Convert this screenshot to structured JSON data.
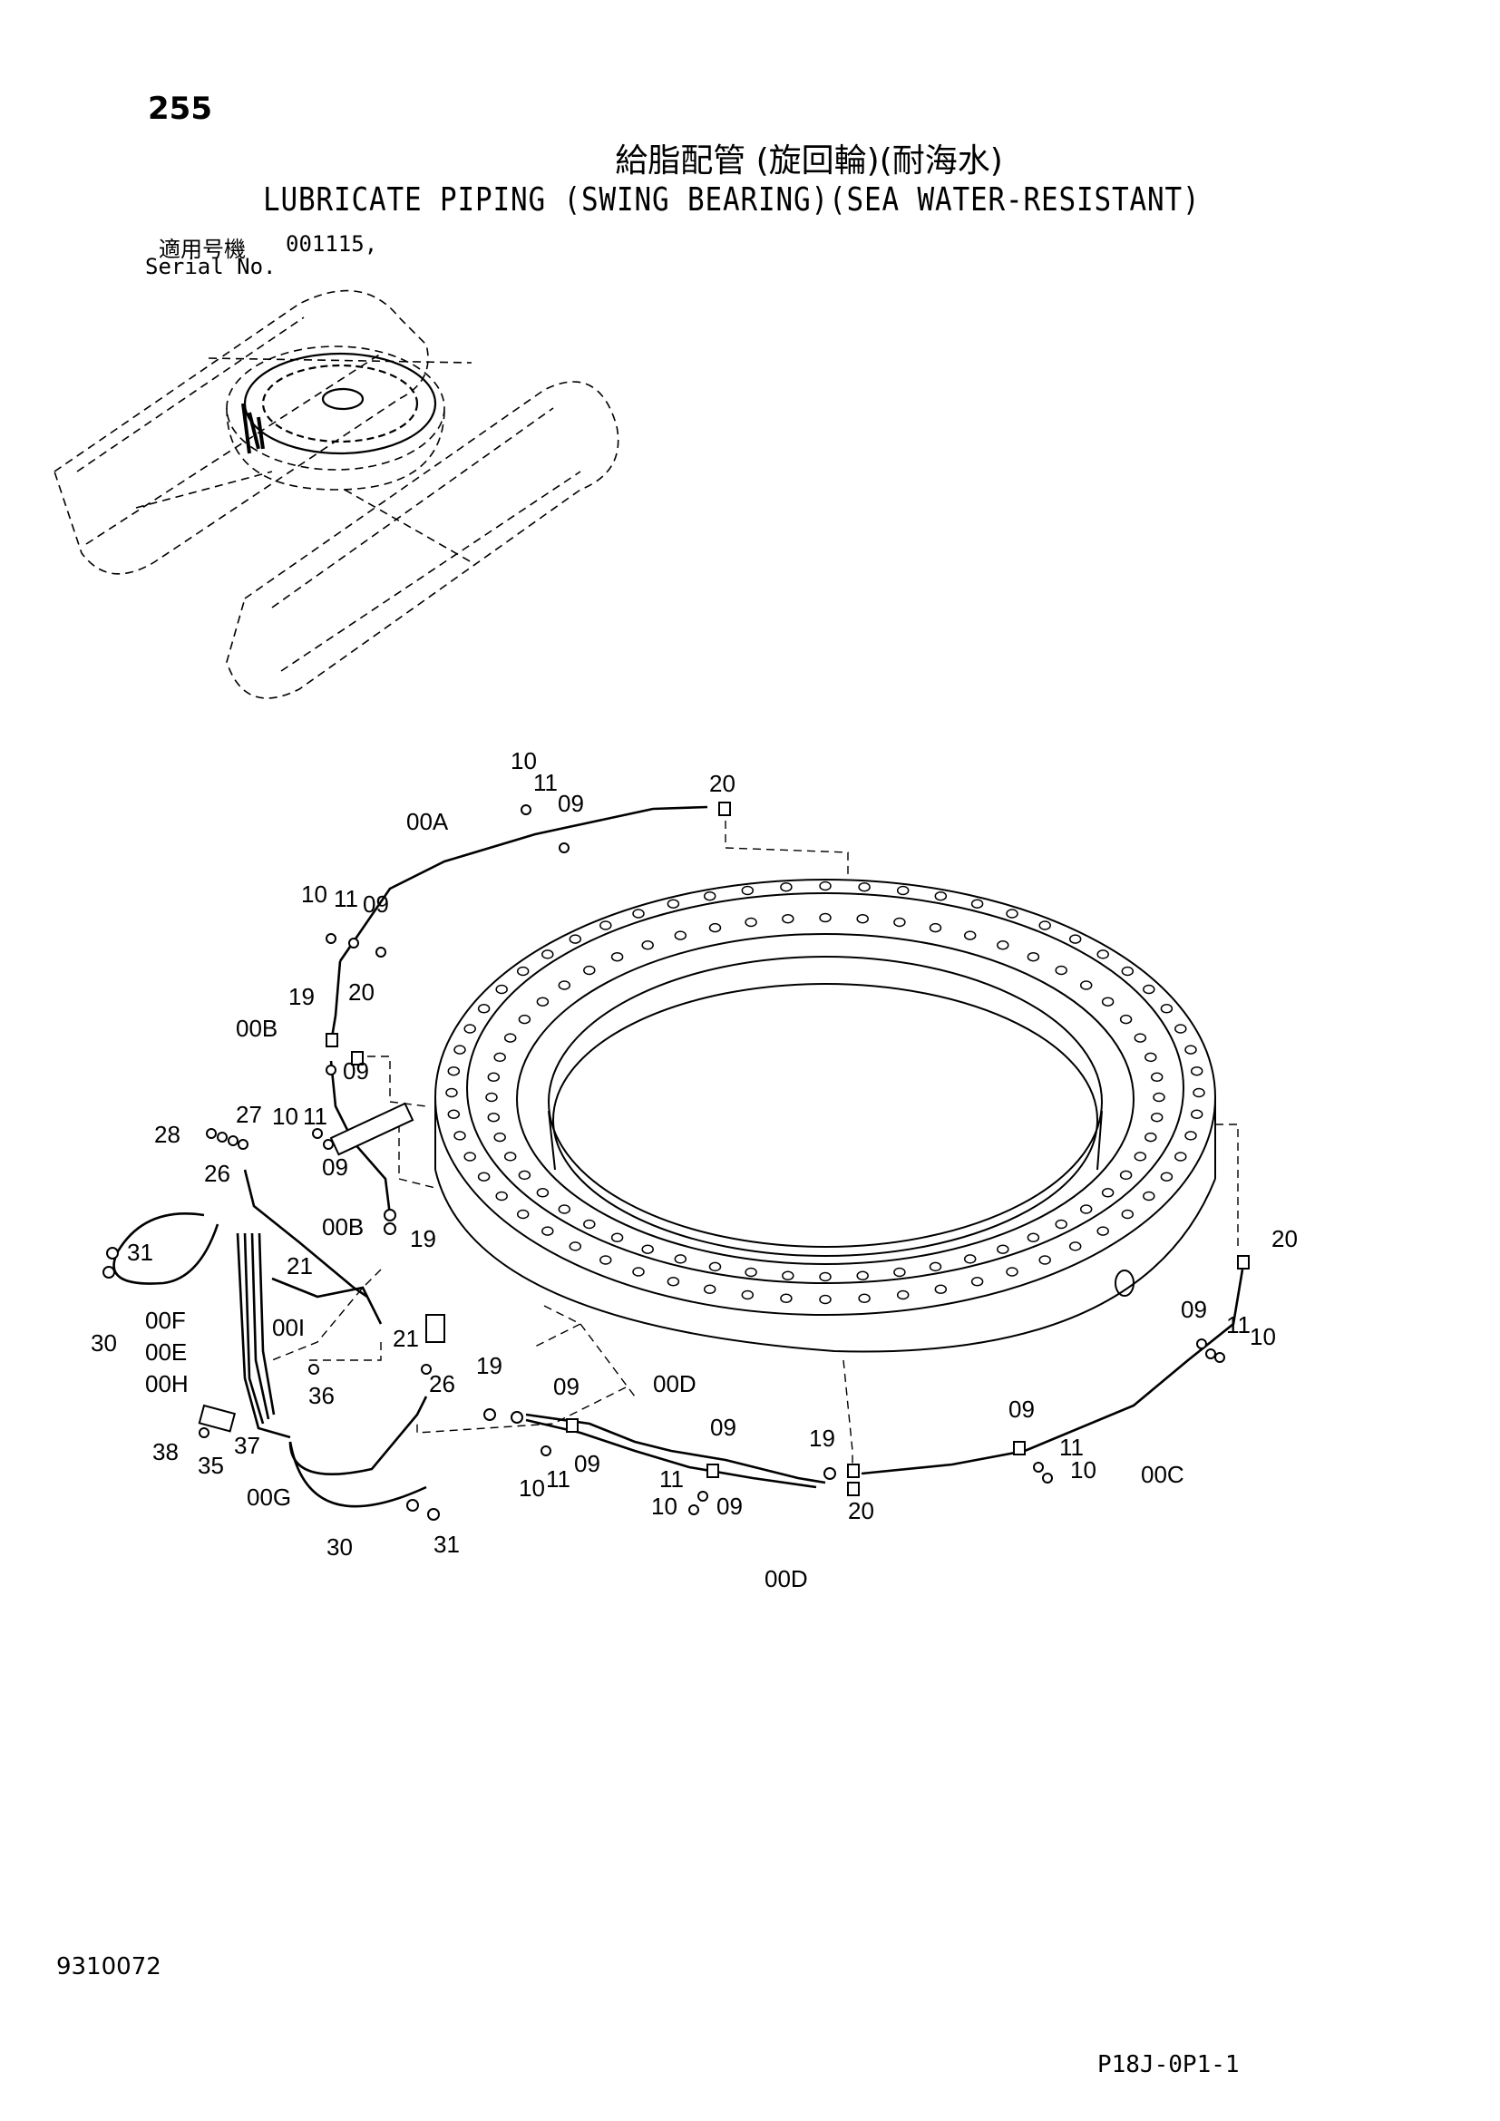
{
  "header": {
    "page_number": "255",
    "title_jp": "給脂配管 (旋回輪)(耐海水)",
    "title_en": "LUBRICATE PIPING (SWING BEARING)(SEA WATER-RESISTANT)",
    "serial_label_jp": "適用号機",
    "serial_label_en": "Serial No.",
    "serial_value": "001115,"
  },
  "footer": {
    "doc_code": "9310072",
    "drawing_code": "P18J-0P1-1"
  },
  "callouts": {
    "c1": "10",
    "c2": "11",
    "c3": "09",
    "c4": "20",
    "c5": "00A",
    "c6": "10",
    "c7": "11",
    "c8": "09",
    "c9": "19",
    "c10": "20",
    "c11": "00B",
    "c12": "09",
    "c13": "28",
    "c14": "27",
    "c15": "10",
    "c16": "11",
    "c17": "09",
    "c18": "26",
    "c19": "00B",
    "c20": "19",
    "c21": "31",
    "c22": "21",
    "c23": "30",
    "c24": "00F",
    "c25": "00I",
    "c26": "00E",
    "c27": "21",
    "c28": "00H",
    "c29": "36",
    "c30": "26",
    "c31": "19",
    "c32": "09",
    "c33": "00D",
    "c34": "38",
    "c35": "35",
    "c36": "37",
    "c37": "09",
    "c38": "19",
    "c39": "10",
    "c40": "11",
    "c41": "09",
    "c42": "11",
    "c43": "10",
    "c44": "09",
    "c45": "20",
    "c46": "00G",
    "c47": "30",
    "c48": "31",
    "c49": "00D",
    "c50": "09",
    "c51": "11",
    "c52": "10",
    "c53": "00C",
    "c54": "20",
    "c55": "09",
    "c56": "11",
    "c57": "10"
  }
}
